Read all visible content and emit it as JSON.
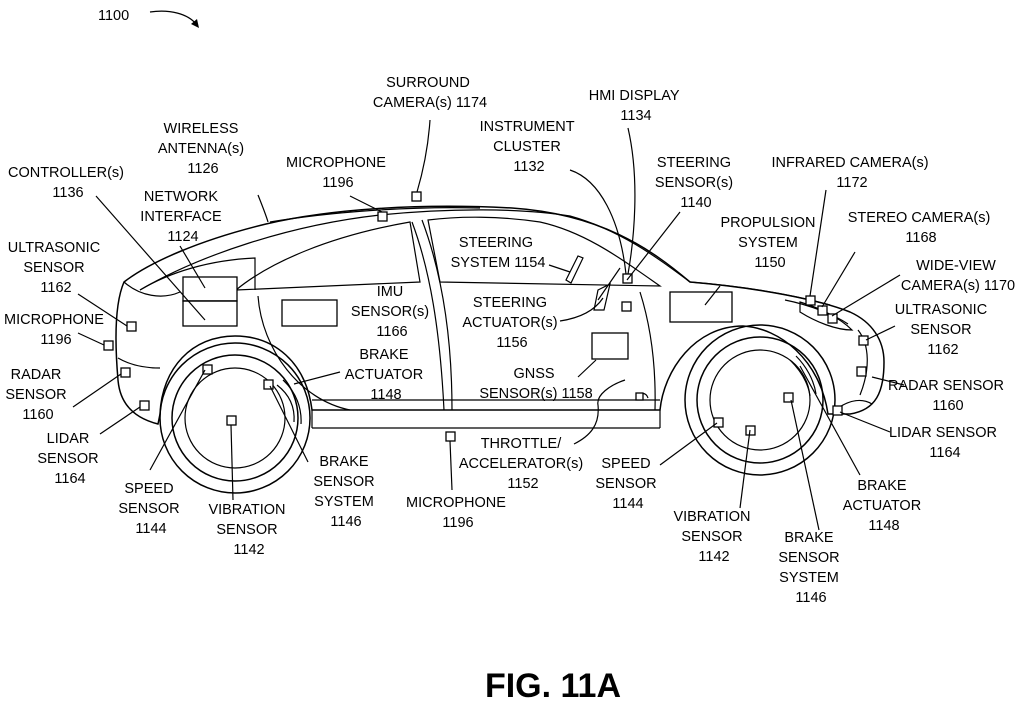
{
  "figure": {
    "ref_number": "1100",
    "caption": "FIG. 11A"
  },
  "labels": {
    "surround_camera": [
      "SURROUND",
      "CAMERA(s) 1174"
    ],
    "hmi_display": [
      "HMI DISPLAY",
      "1134"
    ],
    "instrument_cluster": [
      "INSTRUMENT",
      "CLUSTER",
      "1132"
    ],
    "wireless_antenna": [
      "WIRELESS",
      "ANTENNA(s)",
      "1126"
    ],
    "microphone_roof": [
      "MICROPHONE",
      "1196"
    ],
    "controller": [
      "CONTROLLER(s)",
      "1136"
    ],
    "network_interface": [
      "NETWORK",
      "INTERFACE",
      "1124"
    ],
    "steering_sensor": [
      "STEERING",
      "SENSOR(s)",
      "1140"
    ],
    "infrared_camera": [
      "INFRARED CAMERA(s)",
      "1172"
    ],
    "stereo_camera": [
      "STEREO CAMERA(s)",
      "1168"
    ],
    "propulsion_system": [
      "PROPULSION",
      "SYSTEM",
      "1150"
    ],
    "wide_view_camera": [
      "WIDE-VIEW",
      "CAMERA(s) 1170"
    ],
    "ultrasonic_rear": [
      "ULTRASONIC",
      "SENSOR",
      "1162"
    ],
    "ultrasonic_front": [
      "ULTRASONIC",
      "SENSOR",
      "1162"
    ],
    "steering_system": [
      "STEERING",
      "SYSTEM 1154"
    ],
    "microphone_rear": [
      "MICROPHONE",
      "1196"
    ],
    "imu_sensor": [
      "IMU",
      "SENSOR(s)",
      "1166"
    ],
    "steering_actuator": [
      "STEERING",
      "ACTUATOR(s)",
      "1156"
    ],
    "brake_actuator_rear": [
      "BRAKE",
      "ACTUATOR",
      "1148"
    ],
    "gnss_sensor": [
      "GNSS",
      "SENSOR(s) 1158"
    ],
    "radar_rear": [
      "RADAR",
      "SENSOR",
      "1160"
    ],
    "radar_front": [
      "RADAR SENSOR",
      "1160"
    ],
    "lidar_rear": [
      "LIDAR",
      "SENSOR",
      "1164"
    ],
    "lidar_front": [
      "LIDAR SENSOR",
      "1164"
    ],
    "throttle": [
      "THROTTLE/",
      "ACCELERATOR(s)",
      "1152"
    ],
    "brake_sensor_rear": [
      "BRAKE",
      "SENSOR",
      "SYSTEM",
      "1146"
    ],
    "speed_sensor_rear": [
      "SPEED",
      "SENSOR",
      "1144"
    ],
    "speed_sensor_front": [
      "SPEED",
      "SENSOR",
      "1144"
    ],
    "vibration_sensor_rear": [
      "VIBRATION",
      "SENSOR",
      "1142"
    ],
    "vibration_sensor_front": [
      "VIBRATION",
      "SENSOR",
      "1142"
    ],
    "microphone_bottom": [
      "MICROPHONE",
      "1196"
    ],
    "brake_actuator_front": [
      "BRAKE",
      "ACTUATOR",
      "1148"
    ],
    "brake_sensor_front": [
      "BRAKE",
      "SENSOR",
      "SYSTEM",
      "1146"
    ]
  }
}
